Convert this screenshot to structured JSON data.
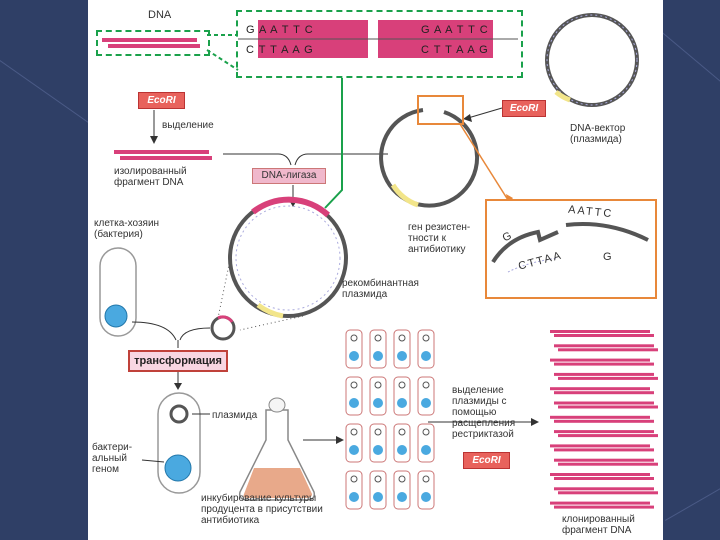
{
  "labels": {
    "dna": "DNA",
    "isolation": "выделение",
    "isolated_fragment": "изолированный\nфрагмент DNA",
    "dna_ligase": "DNA-лигаза",
    "host_cell": "клетка-хозяин\n(бактерия)",
    "recombinant_plasmid": "рекомбинантная\nплазмида",
    "transformation": "трансформация",
    "plasmid": "плазмида",
    "bacterial_genome": "бактери-\nальный\nгеном",
    "incubation": "инкубирование культуры\nпродуцента в присутствии\nантибиотика",
    "vector": "DNA-вектор\n(плазмида)",
    "resistance_gene": "ген резистен-\nтности к\nантибиотику",
    "plasmid_isolation": "выделение\nплазмиды с\nпомощью\nрасщепления\nрестриктазой",
    "cloned_fragment": "клонированный\nфрагмент DNA",
    "ecori": "EcoRI"
  },
  "sequence": {
    "top_left": "G A A T T C",
    "top_right": "G A A T T C",
    "bottom_left": "C T T A A G",
    "bottom_right": "C T T A A G"
  },
  "sticky_ends": {
    "aattc": "AATTC",
    "g_left": "G",
    "cttaa": "CTTAA",
    "g_right": "G"
  },
  "colors": {
    "dna_pink": "#d8407a",
    "enzyme_red": "#e8625c",
    "ligase_pink": "#f0b8cc",
    "dashed_green": "#1aa14b",
    "highlight_orange": "#e8883a",
    "resistance_yellow": "#f2e58a"
  }
}
